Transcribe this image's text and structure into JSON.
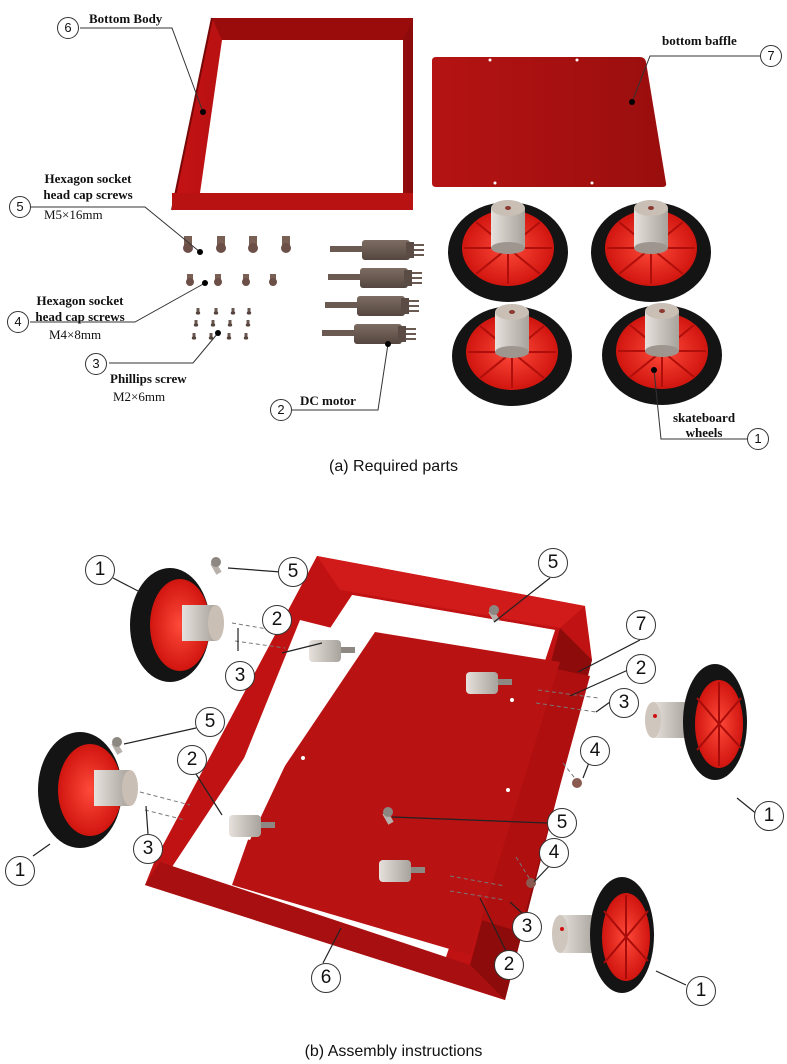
{
  "figure": {
    "panel_a": {
      "caption": "(a)  Required parts",
      "parts": [
        {
          "number": "1",
          "name": "skateboard wheels",
          "name_line1": "skateboard",
          "name_line2": "wheels",
          "spec": ""
        },
        {
          "number": "2",
          "name": "DC motor",
          "spec": ""
        },
        {
          "number": "3",
          "name": "Phillips screw",
          "spec": "M2×6mm"
        },
        {
          "number": "4",
          "name_line1": "Hexagon socket",
          "name_line2": "head cap screws",
          "spec": "M4×8mm"
        },
        {
          "number": "5",
          "name_line1": "Hexagon socket",
          "name_line2": "head cap screws",
          "spec": "M5×16mm"
        },
        {
          "number": "6",
          "name": "Bottom Body",
          "spec": ""
        },
        {
          "number": "7",
          "name": "bottom baffle",
          "spec": ""
        }
      ]
    },
    "panel_b": {
      "caption": "(b)  Assembly instructions",
      "callouts": [
        "1",
        "5",
        "2",
        "3",
        "5",
        "2",
        "3",
        "1",
        "5",
        "7",
        "2",
        "3",
        "4",
        "1",
        "5",
        "4",
        "3",
        "2",
        "1",
        "6"
      ]
    },
    "colors": {
      "body_red": "#b30f10",
      "body_red_dark": "#8c0a0a",
      "baffle_red": "#a31010",
      "wheel_hub_red": "#e0201a",
      "tire_black": "#151515",
      "hub_metal": "#c8c0b8",
      "motor_brown": "#6e5e55",
      "leader_line": "#333333"
    }
  }
}
